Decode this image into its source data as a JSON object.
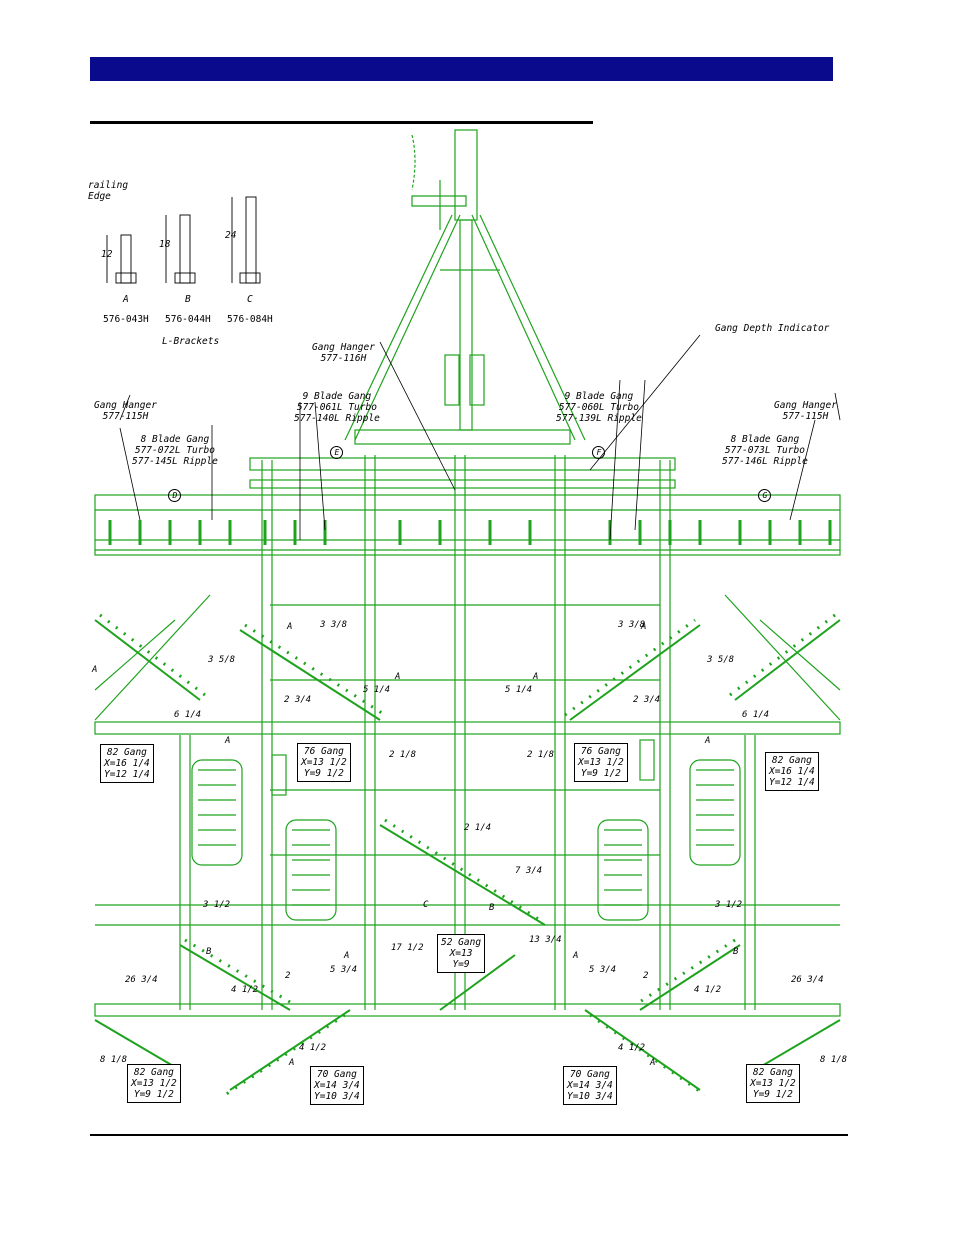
{
  "colors": {
    "header": "#0a0a8c",
    "frame": "#1fa31f",
    "ink": "#000000"
  },
  "trailing_edge": {
    "line1": "railing",
    "line2": "Edge"
  },
  "brackets": [
    {
      "letter": "A",
      "dim": "12",
      "part": "576-043H"
    },
    {
      "letter": "B",
      "dim": "18",
      "part": "576-044H"
    },
    {
      "letter": "C",
      "dim": "24",
      "part": "576-084H"
    }
  ],
  "brackets_title": "L-Brackets",
  "callouts": {
    "hanger_center": {
      "line1": "Gang Hanger",
      "line2": "577-116H"
    },
    "depth_indicator": "Gang Depth Indicator",
    "hanger_left": {
      "line1": "Gang Hanger",
      "line2": "577-115H"
    },
    "hanger_right": {
      "line1": "Gang Hanger",
      "line2": "577-115H"
    },
    "gang_e": {
      "line1": "9 Blade Gang",
      "line2": "577-061L Turbo",
      "line3": "577-140L Ripple",
      "tag": "E"
    },
    "gang_f": {
      "line1": "9 Blade Gang",
      "line2": "577-060L Turbo",
      "line3": "577-139L Ripple",
      "tag": "F"
    },
    "gang_d": {
      "line1": "8 Blade Gang",
      "line2": "577-072L Turbo",
      "line3": "577-145L Ripple",
      "tag": "D"
    },
    "gang_g": {
      "line1": "8 Blade Gang",
      "line2": "577-073L Turbo",
      "line3": "577-146L Ripple",
      "tag": "G"
    }
  },
  "gang_boxes": {
    "g82_ul": {
      "name": "82 Gang",
      "x": "X=16 1/4",
      "y": "Y=12 1/4"
    },
    "g76_l": {
      "name": "76 Gang",
      "x": "X=13 1/2",
      "y": "Y=9 1/2"
    },
    "g76_r": {
      "name": "76 Gang",
      "x": "X=13 1/2",
      "y": "Y=9 1/2"
    },
    "g82_ur": {
      "name": "82 Gang",
      "x": "X=16 1/4",
      "y": "Y=12 1/4"
    },
    "g52": {
      "name": "52 Gang",
      "x": "X=13",
      "y": "Y=9"
    },
    "g82_ll": {
      "name": "82 Gang",
      "x": "X=13 1/2",
      "y": "Y=9 1/2"
    },
    "g70_l": {
      "name": "70 Gang",
      "x": "X=14 3/4",
      "y": "Y=10 3/4"
    },
    "g70_r": {
      "name": "70 Gang",
      "x": "X=14 3/4",
      "y": "Y=10 3/4"
    },
    "g82_lr": {
      "name": "82 Gang",
      "x": "X=13 1/2",
      "y": "Y=9 1/2"
    }
  },
  "dims": {
    "d1": "3 3/8",
    "d2": "3 3/8",
    "d3": "3 5/8",
    "d4": "3 5/8",
    "d5": "5 1/4",
    "d6": "5 1/4",
    "d7": "2 3/4",
    "d8": "2 3/4",
    "d9": "6 1/4",
    "d10": "6 1/4",
    "d11": "2 1/8",
    "d12": "2 1/8",
    "d13": "2 1/4",
    "d14": "7 3/4",
    "d15": "3 1/2",
    "d16": "3 1/2",
    "d17": "17 1/2",
    "d18": "13 3/4",
    "d19": "5 3/4",
    "d20": "5 3/4",
    "d21": "2",
    "d22": "2",
    "d23": "26 3/4",
    "d24": "26 3/4",
    "d25": "4 1/2",
    "d26": "4 1/2",
    "d27": "4 1/2",
    "d28": "4 1/2",
    "d29": "8 1/8",
    "d30": "8 1/8"
  },
  "letters": {
    "a": "A",
    "b": "B",
    "c": "C"
  }
}
